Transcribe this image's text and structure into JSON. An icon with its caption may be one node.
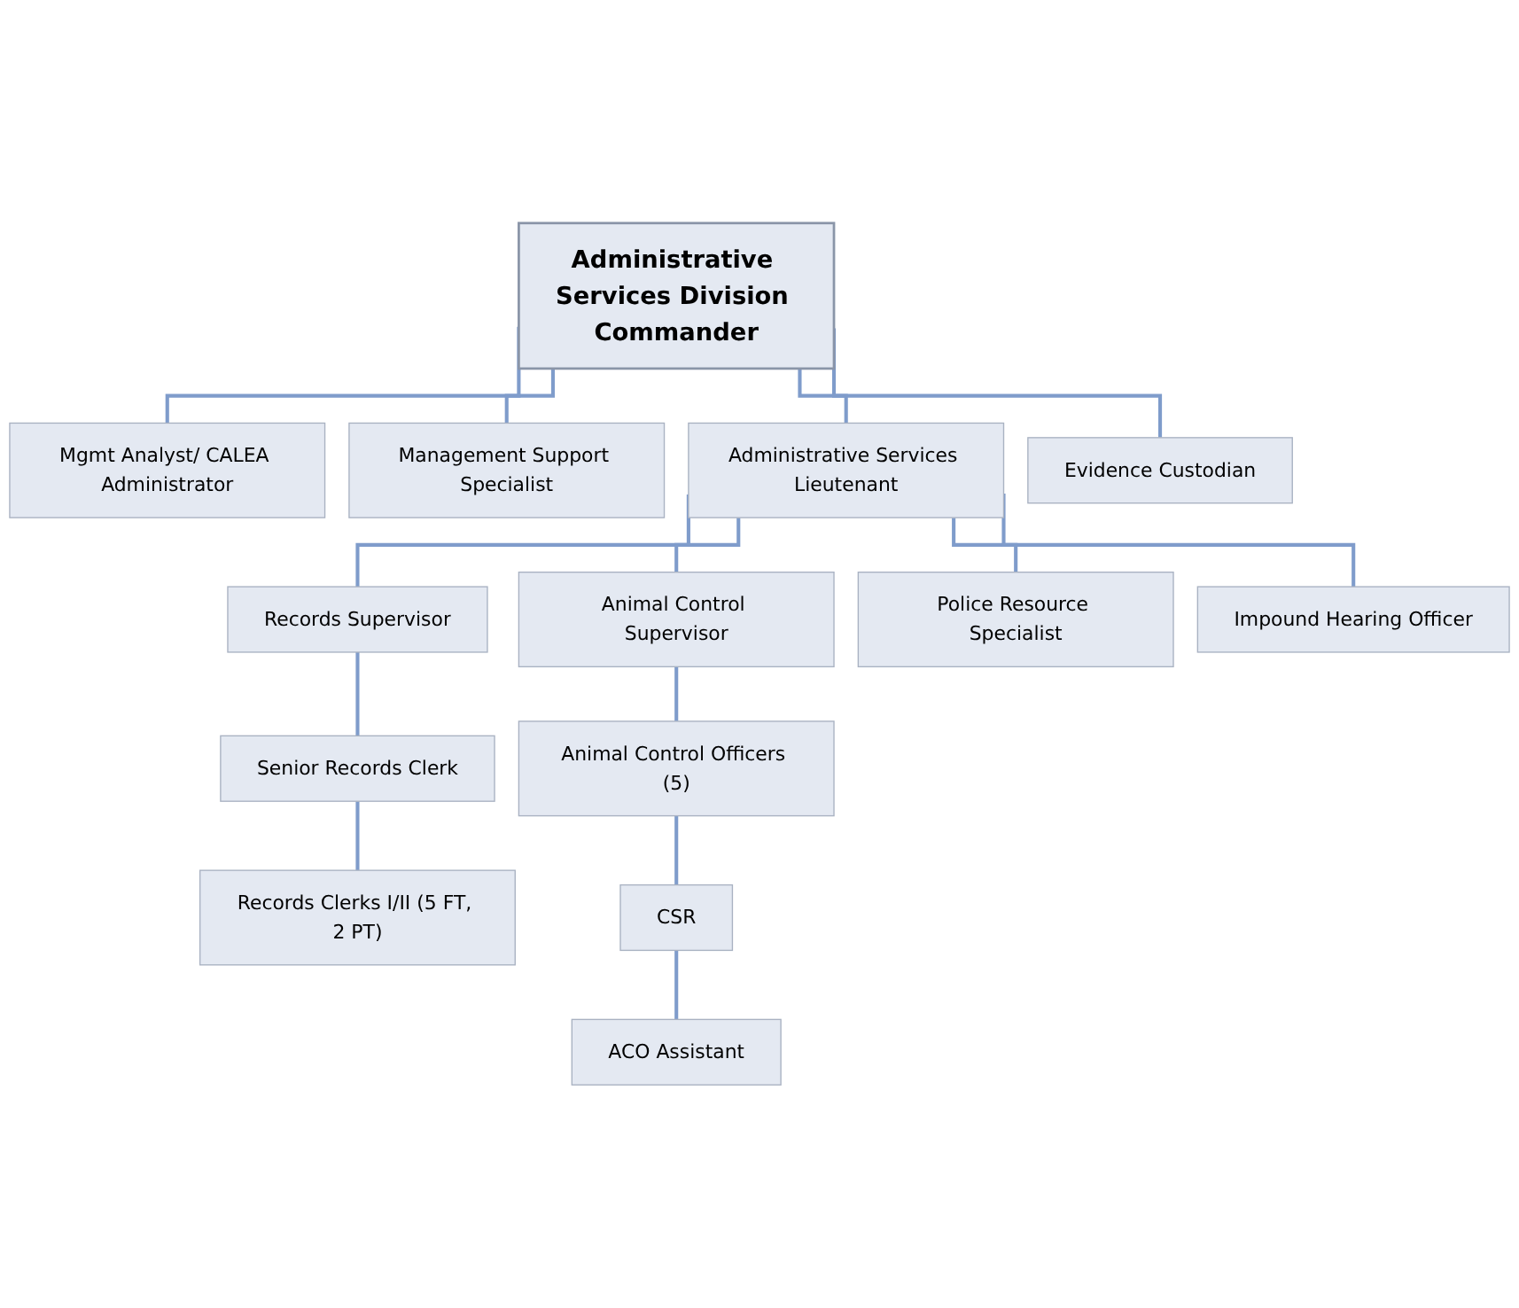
{
  "diagram": {
    "nodes": [
      {
        "text": [
          "Administrative Services Division Commander"
        ]
      },
      {
        "text": [
          "Mgmt Analyst/ CALEA Administrator"
        ]
      },
      {
        "text": [
          "Management Support Specialist"
        ]
      },
      {
        "text": [
          "Administrative Services Lieutenant"
        ]
      },
      {
        "text": [
          "Evidence Custodian"
        ]
      },
      {
        "text": [
          "Records Supervisor"
        ]
      },
      {
        "text": [
          "Animal Control Supervisor"
        ]
      },
      {
        "text": [
          "Police Resource Specialist"
        ]
      },
      {
        "text": [
          "Impound Hearing Officer"
        ]
      },
      {
        "text": [
          "Senior Records Clerk"
        ]
      },
      {
        "text": [
          "Records Clerks I/II (5 FT, 2 PT)"
        ]
      },
      {
        "text": [
          "Animal Control Officers (5)"
        ]
      },
      {
        "text": [
          "CSR"
        ]
      },
      {
        "text": [
          "ACO Assistant"
        ]
      }
    ],
    "edges": [
      {
        "from": 0,
        "to": 1,
        "arrow": "none"
      },
      {
        "from": 0,
        "to": 2,
        "arrow": "none"
      },
      {
        "from": 0,
        "to": 3,
        "arrow": "none"
      },
      {
        "from": 0,
        "to": 4,
        "arrow": "none"
      },
      {
        "from": 3,
        "to": 5,
        "arrow": "none"
      },
      {
        "from": 3,
        "to": 6,
        "arrow": "none"
      },
      {
        "from": 3,
        "to": 7,
        "arrow": "none"
      },
      {
        "from": 3,
        "to": 8,
        "arrow": "none"
      },
      {
        "from": 5,
        "to": 9,
        "arrow": "none"
      },
      {
        "from": 9,
        "to": 10,
        "arrow": "none"
      },
      {
        "from": 6,
        "to": 11,
        "arrow": "none"
      },
      {
        "from": 11,
        "to": 12,
        "arrow": "none"
      },
      {
        "from": 12,
        "to": 13,
        "arrow": "none"
      }
    ]
  }
}
